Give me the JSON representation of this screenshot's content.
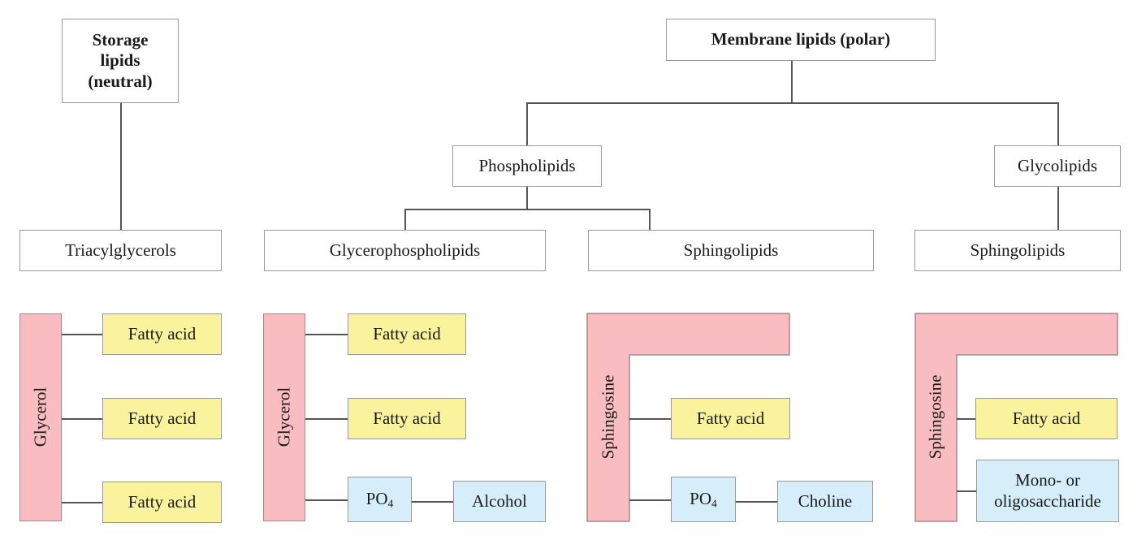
{
  "nodes": {
    "storage": "Storage lipids (neutral)",
    "storage_lines": [
      "Storage",
      "lipids",
      "(neutral)"
    ],
    "membrane": "Membrane lipids (polar)",
    "phospholipids": "Phospholipids",
    "glycolipids": "Glycolipids",
    "triacylglycerols": "Triacylglycerols",
    "glycerophospholipids": "Glycerophospholipids",
    "sphingolipids_1": "Sphingolipids",
    "sphingolipids_2": "Sphingolipids"
  },
  "structures": {
    "triacylglycerol": {
      "backbone": "Glycerol",
      "parts": [
        "Fatty acid",
        "Fatty acid",
        "Fatty acid"
      ]
    },
    "glycerophospholipid": {
      "backbone": "Glycerol",
      "parts": [
        "Fatty acid",
        "Fatty acid"
      ],
      "phosphate_main": "PO",
      "phosphate_sub": "4",
      "head": "Alcohol"
    },
    "sphingophospholipid": {
      "backbone": "Sphingosine",
      "parts": [
        "Fatty acid"
      ],
      "phosphate_main": "PO",
      "phosphate_sub": "4",
      "head": "Choline"
    },
    "glycosphingolipid": {
      "backbone": "Sphingosine",
      "parts": [
        "Fatty acid"
      ],
      "sugar_lines": [
        "Mono- or",
        "oligosaccharide"
      ]
    }
  },
  "colors": {
    "backbone": "#f9bcc0",
    "fatty_acid": "#faf39e",
    "head_group": "#d6eefa"
  }
}
